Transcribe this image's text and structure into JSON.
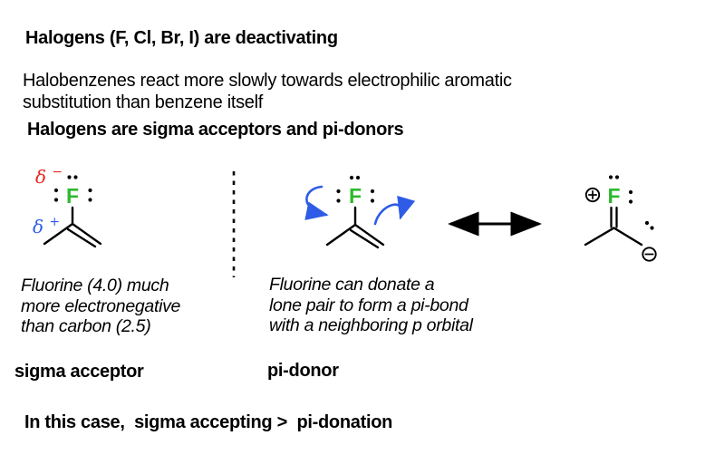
{
  "colors": {
    "background": "#ffffff",
    "text": "#000000",
    "fluorine_green": "#2db92d",
    "delta_minus_red": "#e8251d",
    "delta_plus_blue": "#2e5ce6",
    "arrow_blue": "#2e5ce6"
  },
  "header": {
    "title": "Halogens (F, Cl, Br, I) are deactivating",
    "intro_lines": [
      "Halobenzenes react more slowly towards electrophilic aromatic",
      "substitution than benzene itself"
    ],
    "subheading": "Halogens are sigma acceptors and pi-donors"
  },
  "diagram": {
    "sigma_acceptor": {
      "atom": "F",
      "delta_minus": {
        "symbol": "δ",
        "sign": "−"
      },
      "delta_plus": {
        "symbol": "δ",
        "sign": "+"
      },
      "caption_lines": [
        "Fluorine (4.0) much",
        "more electronegative",
        "than carbon (2.5)"
      ],
      "label": "sigma acceptor"
    },
    "pi_donor": {
      "atom": "F",
      "caption_lines": [
        "Fluorine can donate a",
        "lone pair to form a pi-bond",
        "with a neighboring p orbital"
      ],
      "label": "pi-donor"
    },
    "resonance_form": {
      "atom": "F"
    },
    "icons": {
      "plus_charge": "⊕",
      "minus_charge": "⊖",
      "resonance_arrow": "↔",
      "curved_arrow": "↷"
    }
  },
  "footer": {
    "conclusion": "In this case,  sigma accepting >  pi-donation"
  }
}
